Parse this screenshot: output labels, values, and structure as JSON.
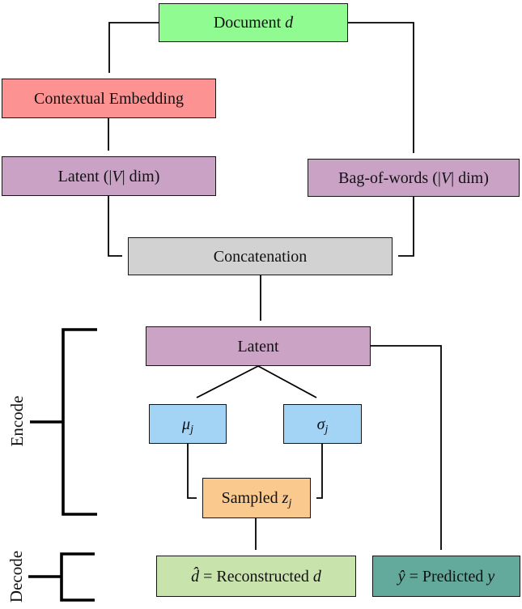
{
  "diagram_type": "flowchart",
  "colors": {
    "document": "#90fb90",
    "contextual_embedding": "#fc9292",
    "latent_v": "#c9a2c6",
    "bag_of_words": "#c9a2c6",
    "concatenation": "#d2d2d2",
    "latent": "#cba3c4",
    "mu": "#a3d3f5",
    "sigma": "#a3d3f5",
    "sampled": "#fac98e",
    "reconstructed": "#c9e3ad",
    "predicted": "#63a99c",
    "line": "#000000",
    "background": "#ffffff"
  },
  "nodes": {
    "document": {
      "segments": [
        {
          "t": "Document "
        },
        {
          "t": "d"
        }
      ]
    },
    "contextual_embedding": {
      "segments": [
        {
          "t": "Contextual Embedding"
        }
      ]
    },
    "latent_v": {
      "segments": [
        {
          "t": "Latent (|"
        },
        {
          "t": "V"
        },
        {
          "t": "| dim)"
        }
      ]
    },
    "bag_of_words": {
      "segments": [
        {
          "t": "Bag-of-words (|"
        },
        {
          "t": "V"
        },
        {
          "t": "| dim)"
        }
      ]
    },
    "concatenation": {
      "segments": [
        {
          "t": "Concatenation"
        }
      ]
    },
    "latent": {
      "segments": [
        {
          "t": "Latent"
        }
      ]
    },
    "mu": {
      "base": "μ",
      "sub": "j"
    },
    "sigma": {
      "base": "σ",
      "sub": "j"
    },
    "sampled": {
      "prefix": "Sampled ",
      "base": "z",
      "sub": "j"
    },
    "reconstructed": {
      "hat_var": "d̂",
      "mid": " = Reconstructed ",
      "var2": "d"
    },
    "predicted": {
      "hat_var": "ŷ",
      "mid": " = Predicted ",
      "var2": "y"
    }
  },
  "side_labels": {
    "encode": "Encode",
    "decode": "Decode"
  }
}
